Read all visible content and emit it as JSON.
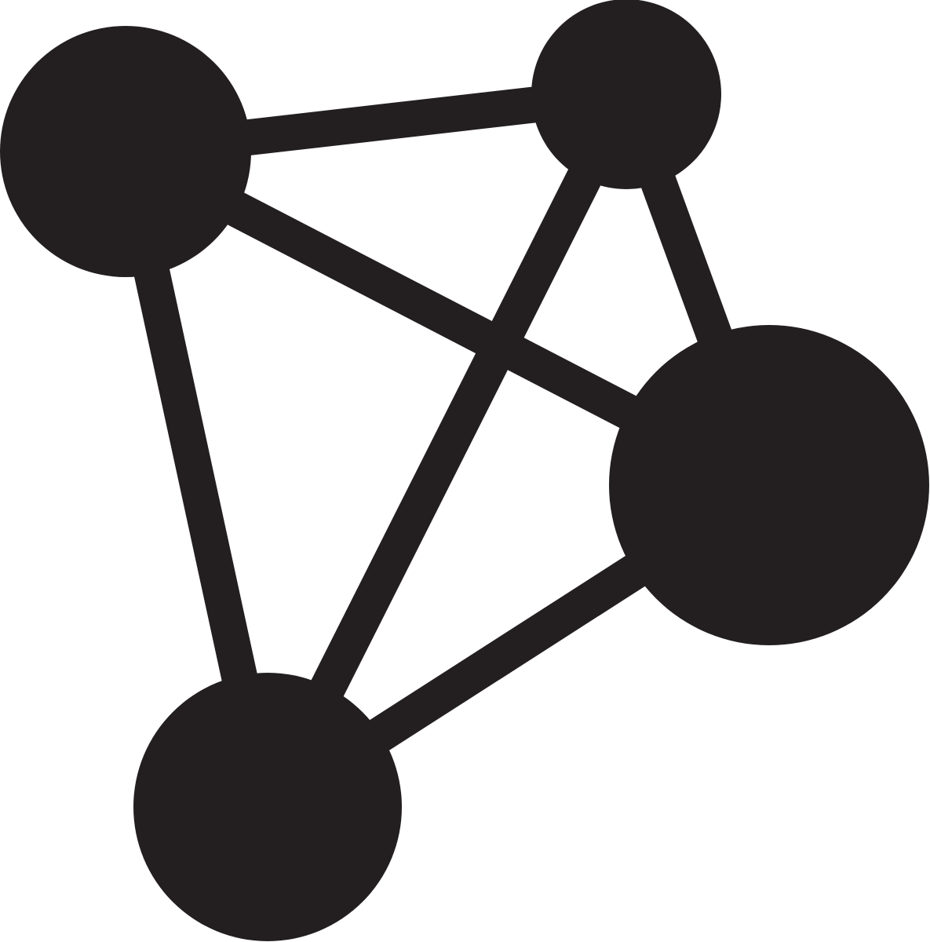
{
  "figure": {
    "kind": "network-graph-icon",
    "icon_name": "network-graph-icon",
    "colors": {
      "ink": "#231F20",
      "background": "#FFFFFF"
    },
    "nodes": [
      {
        "id": "node-top-left",
        "size": "large"
      },
      {
        "id": "node-top-right",
        "size": "small"
      },
      {
        "id": "node-right",
        "size": "largest"
      },
      {
        "id": "node-bottom-left",
        "size": "large"
      }
    ],
    "edges": [
      {
        "from": "node-top-left",
        "to": "node-top-right"
      },
      {
        "from": "node-top-left",
        "to": "node-right"
      },
      {
        "from": "node-top-left",
        "to": "node-bottom-left"
      },
      {
        "from": "node-top-right",
        "to": "node-right"
      },
      {
        "from": "node-top-right",
        "to": "node-bottom-left"
      },
      {
        "from": "node-right",
        "to": "node-bottom-left"
      }
    ]
  }
}
